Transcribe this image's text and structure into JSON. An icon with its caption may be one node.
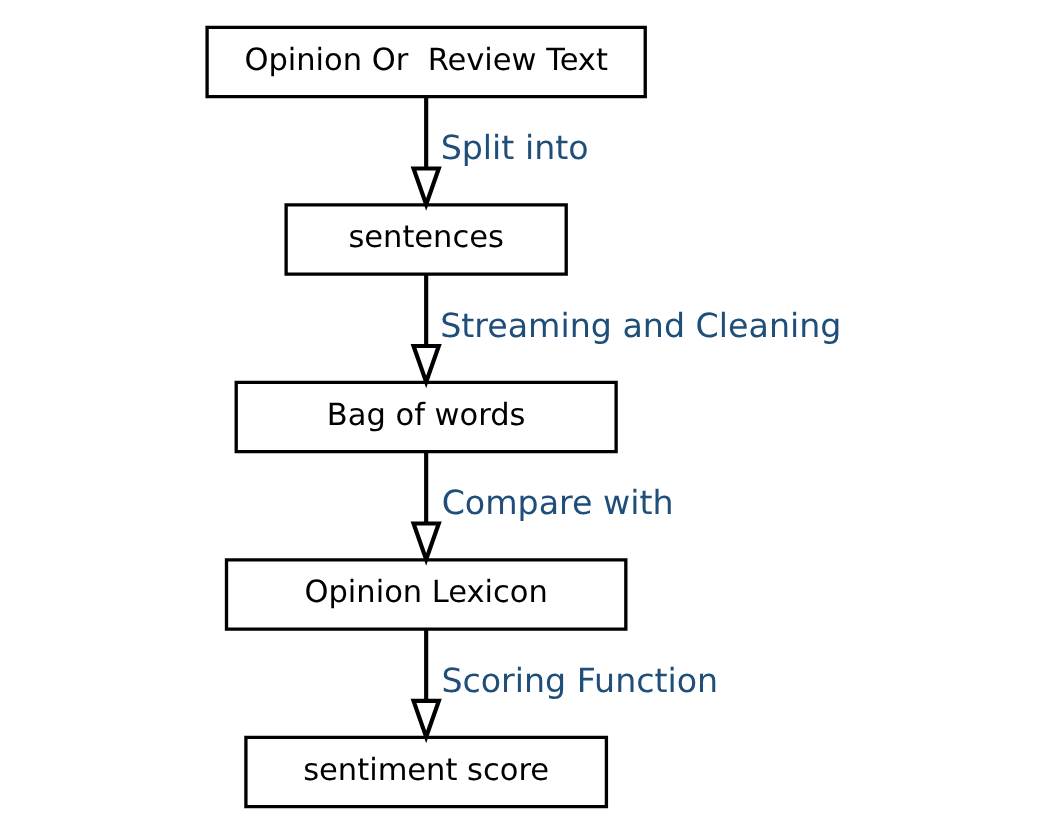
{
  "diagram": {
    "nodes": [
      {
        "text": [
          "Opinion Or  Review Text"
        ]
      },
      {
        "text": [
          "sentences"
        ]
      },
      {
        "text": [
          "Bag of words"
        ]
      },
      {
        "text": [
          "Opinion Lexicon"
        ]
      },
      {
        "text": [
          "sentiment score"
        ]
      }
    ],
    "edges": [
      {
        "from": 0,
        "to": 1,
        "arrow": "to",
        "label": "Split into"
      },
      {
        "from": 1,
        "to": 2,
        "arrow": "to",
        "label": "Streaming and Cleaning"
      },
      {
        "from": 2,
        "to": 3,
        "arrow": "to",
        "label": "Compare with"
      },
      {
        "from": 3,
        "to": 4,
        "arrow": "to",
        "label": "Scoring Function"
      }
    ]
  }
}
